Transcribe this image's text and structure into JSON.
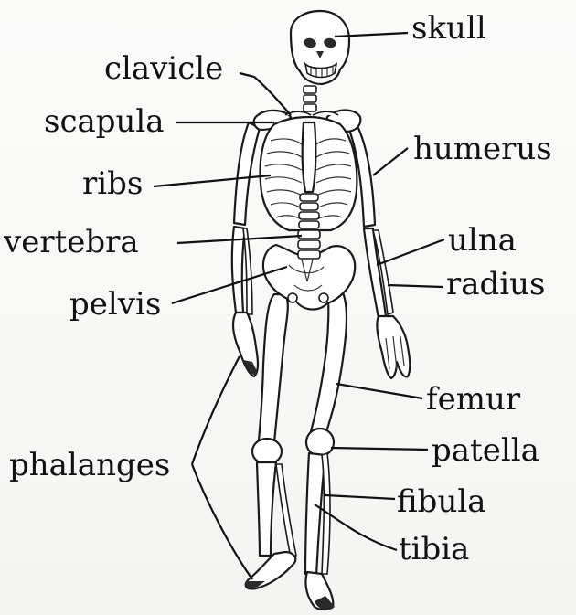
{
  "labels": {
    "skull": "skull",
    "clavicle": "clavicle",
    "scapula": "scapula",
    "humerus": "humerus",
    "ribs": "ribs",
    "vertebra": "vertebra",
    "ulna": "ulna",
    "radius": "radius",
    "pelvis": "pelvis",
    "femur": "femur",
    "patella": "patella",
    "phalanges": "phalanges",
    "fibula": "fibula",
    "tibia": "tibia"
  }
}
